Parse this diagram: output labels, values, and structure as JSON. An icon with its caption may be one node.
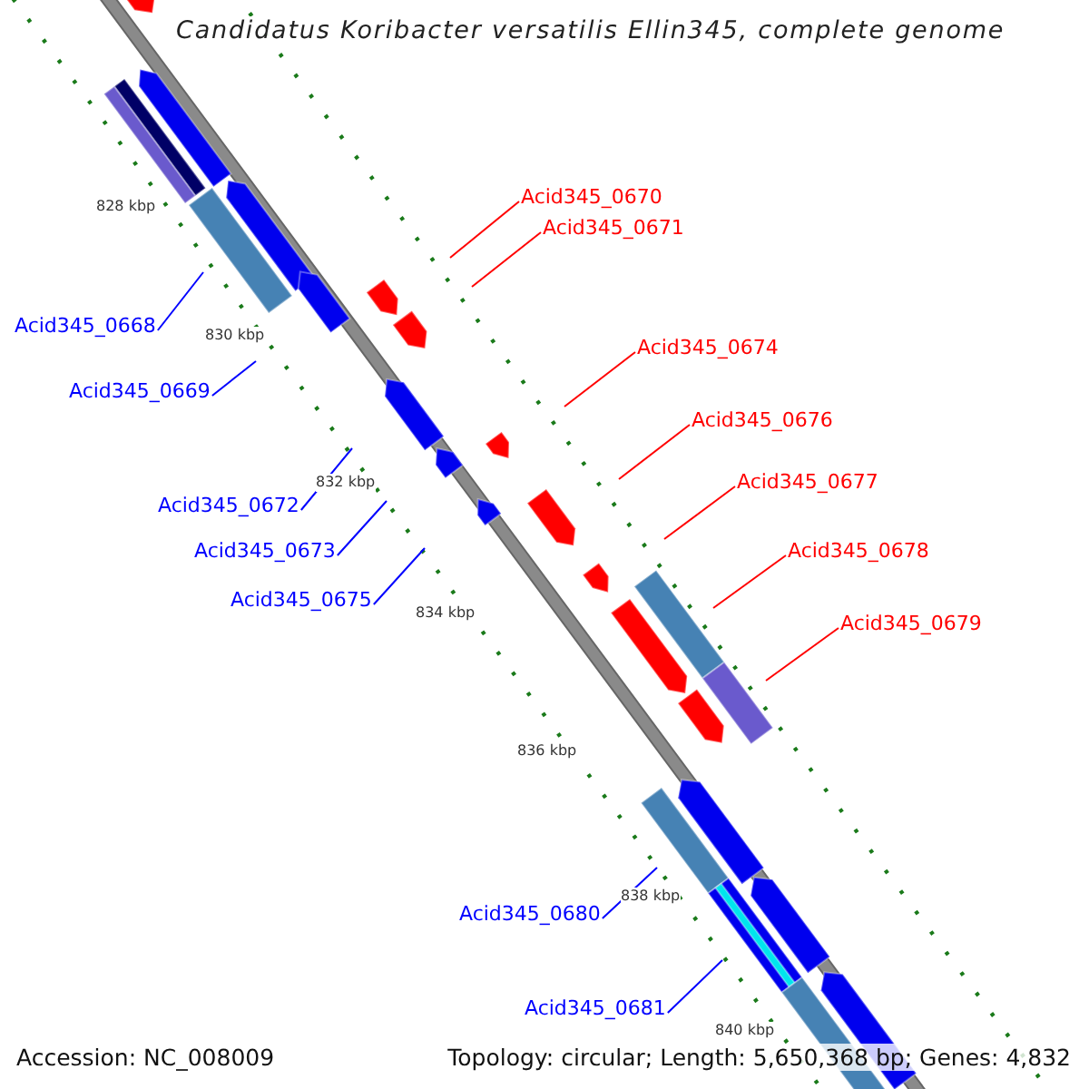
{
  "diagram": {
    "title": "Candidatus Koribacter versatilis Ellin345, complete genome",
    "nodes": [
      {
        "text": [
          "Acid345_0668"
        ]
      },
      {
        "text": [
          "Acid345_0669"
        ]
      },
      {
        "text": [
          "Acid345_0670"
        ]
      },
      {
        "text": [
          "Acid345_0671"
        ]
      },
      {
        "text": [
          "Acid345_0672"
        ]
      },
      {
        "text": [
          "Acid345_0673"
        ]
      },
      {
        "text": [
          "Acid345_0674"
        ]
      },
      {
        "text": [
          "Acid345_0675"
        ]
      },
      {
        "text": [
          "Acid345_0676"
        ]
      },
      {
        "text": [
          "Acid345_0677"
        ]
      },
      {
        "text": [
          "Acid345_0678"
        ]
      },
      {
        "text": [
          "Acid345_0679"
        ]
      },
      {
        "text": [
          "Acid345_0680"
        ]
      },
      {
        "text": [
          "Acid345_0681"
        ]
      }
    ],
    "edges": [
      {
        "from": 0,
        "to": null,
        "arrow": "none",
        "color": "#0000ff"
      },
      {
        "from": 1,
        "to": null,
        "arrow": "none",
        "color": "#0000ff"
      },
      {
        "from": 2,
        "to": null,
        "arrow": "none",
        "color": "#ff0000"
      },
      {
        "from": 3,
        "to": null,
        "arrow": "none",
        "color": "#ff0000"
      },
      {
        "from": 4,
        "to": null,
        "arrow": "none",
        "color": "#0000ff"
      },
      {
        "from": 5,
        "to": null,
        "arrow": "none",
        "color": "#0000ff"
      },
      {
        "from": 6,
        "to": null,
        "arrow": "none",
        "color": "#ff0000"
      },
      {
        "from": 7,
        "to": null,
        "arrow": "none",
        "color": "#0000ff"
      },
      {
        "from": 8,
        "to": null,
        "arrow": "none",
        "color": "#ff0000"
      },
      {
        "from": 9,
        "to": null,
        "arrow": "none",
        "color": "#ff0000"
      },
      {
        "from": 10,
        "to": null,
        "arrow": "none",
        "color": "#ff0000"
      },
      {
        "from": 11,
        "to": null,
        "arrow": "none",
        "color": "#ff0000"
      },
      {
        "from": 12,
        "to": null,
        "arrow": "none",
        "color": "#0000ff"
      },
      {
        "from": 13,
        "to": null,
        "arrow": "none",
        "color": "#0000ff"
      }
    ],
    "labels": [
      "828 kbp",
      "830 kbp",
      "832 kbp",
      "834 kbp",
      "836 kbp",
      "838 kbp",
      "840 kbp",
      "Accession: NC_008009",
      "Topology: circular; Length: 5,650,368 bp; Genes: 4,832"
    ]
  }
}
